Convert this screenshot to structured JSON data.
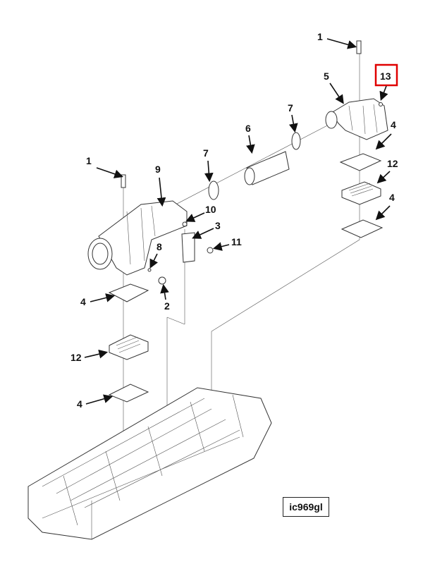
{
  "diagram": {
    "reference_code": "ic969gl",
    "highlight_color": "#e00000",
    "highlighted_callout": "13",
    "callouts": [
      "1",
      "13",
      "5",
      "7",
      "6",
      "4",
      "12",
      "4",
      "1",
      "9",
      "7",
      "10",
      "3",
      "11",
      "8",
      "2",
      "4",
      "12",
      "4"
    ]
  }
}
